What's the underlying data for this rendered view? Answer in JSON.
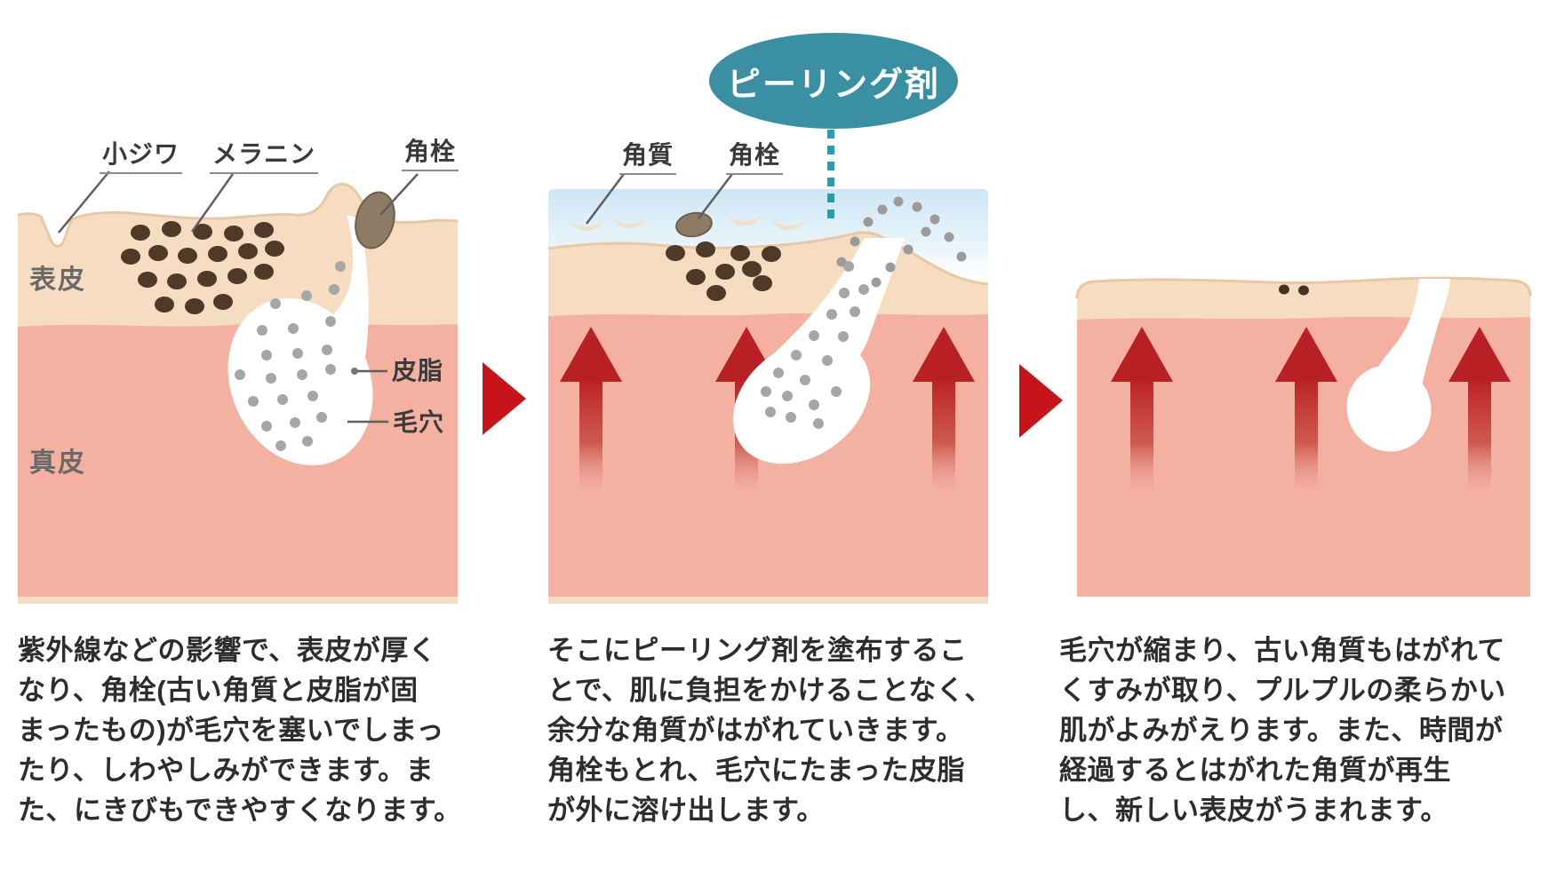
{
  "panels": [
    {
      "id": "before-peeling",
      "labels": {
        "wrinkle": "小ジワ",
        "melanin": "メラニン",
        "plug": "角栓",
        "epidermis": "表皮",
        "dermis": "真皮",
        "sebum": "皮脂",
        "pore": "毛穴"
      },
      "description_lines": [
        "紫外線などの影響で、表皮が厚く",
        "なり、角栓(古い角質と皮脂が固",
        "まったもの)が毛穴を塞いでしまっ",
        "たり、しわやしみができます。ま",
        "た、にきびもできやすくなります。"
      ]
    },
    {
      "id": "applying-peeling-agent",
      "bubble_label": "ピーリング剤",
      "labels": {
        "keratin": "角質",
        "plug": "角栓"
      },
      "description_lines": [
        "そこにピーリング剤を塗布するこ",
        "とで、肌に負担をかけることなく、",
        "余分な角質がはがれていきます。",
        "角栓もとれ、毛穴にたまった皮脂",
        "が外に溶け出します。"
      ]
    },
    {
      "id": "after-peeling",
      "description_lines": [
        "毛穴が縮まり、古い角質もはがれて",
        "くすみが取り、プルプルの柔らかい",
        "肌がよみがえります。また、時間が",
        "経過するとはがれた角質が再生",
        "し、新しい表皮がうまれます。"
      ]
    }
  ],
  "colors": {
    "epidermis": "#f6ddc2",
    "dermis": "#f4b1a2",
    "skin_surface_edge": "#eac7a5",
    "peeling_liquid_blue": "#cde6f4",
    "melanin_dot": "#4f3a28",
    "keratin_plug": "#8d7b66",
    "sebum_dot": "#a6a6a6",
    "renewal_arrow_red": "#b92025",
    "step_triangle_red": "#c6141a",
    "bubble_teal": "#3a8fa3",
    "dashed_line_teal": "#2b9bb0",
    "label_text": "#3a3a3a",
    "paragraph_text": "#2d2d2d"
  }
}
